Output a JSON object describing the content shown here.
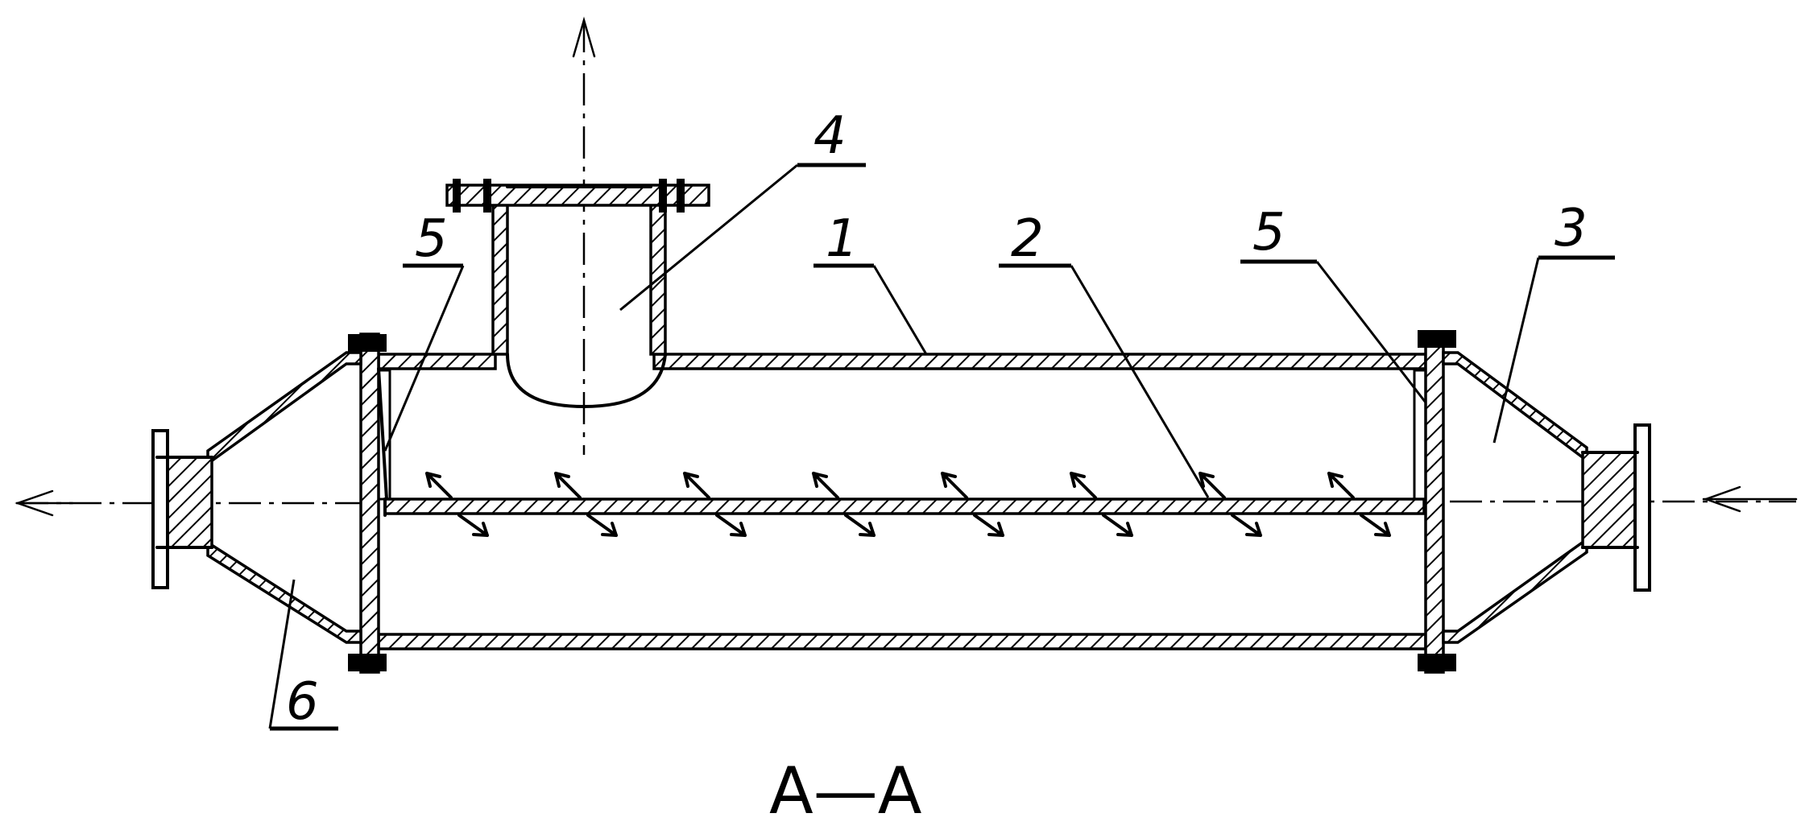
{
  "labels": {
    "part_1": "1",
    "part_2": "2",
    "part_3": "3",
    "part_4": "4",
    "part_5_left": "5",
    "part_5_right": "5",
    "part_6": "6"
  },
  "section_title": "A—A"
}
